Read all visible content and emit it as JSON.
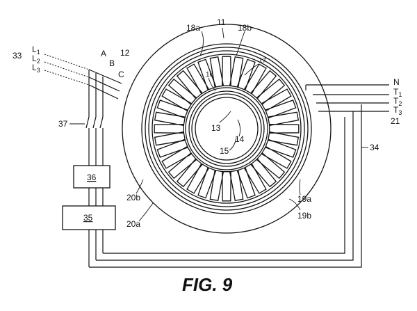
{
  "caption": "FIG. 9",
  "labels": {
    "n11": "11",
    "n12": "12",
    "n33": "33",
    "L": "L",
    "L1": "1",
    "L2": "2",
    "L3": "3",
    "A": "A",
    "B": "B",
    "C": "C",
    "n18a": "18a",
    "n18b": "18b",
    "n16": "16",
    "n17": "17",
    "n13": "13",
    "n14": "14",
    "n15": "15",
    "n37": "37",
    "n36": "36",
    "n35": "35",
    "n20b": "20b",
    "n20a": "20a",
    "n19a": "19a",
    "n19b": "19b",
    "n34": "34",
    "N": "N",
    "T": "T",
    "T1": "1",
    "T2": "2",
    "T3": "3",
    "n21": "21"
  }
}
